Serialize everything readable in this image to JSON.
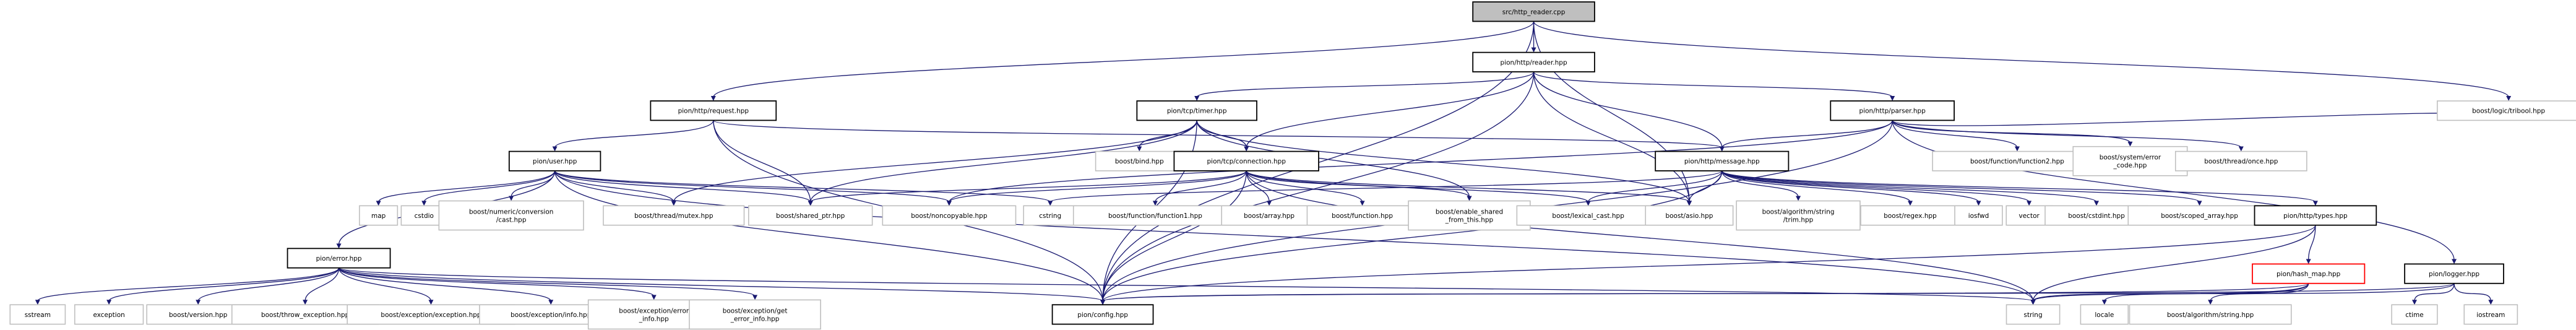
{
  "nodes": [
    {
      "id": "root",
      "label": [
        "src/http_reader.cpp"
      ],
      "kind": "root"
    },
    {
      "id": "reader",
      "label": [
        "pion/http/reader.hpp"
      ],
      "kind": "linked"
    },
    {
      "id": "request",
      "label": [
        "pion/http/request.hpp"
      ],
      "kind": "linked"
    },
    {
      "id": "timer",
      "label": [
        "pion/tcp/timer.hpp"
      ],
      "kind": "linked"
    },
    {
      "id": "parser",
      "label": [
        "pion/http/parser.hpp"
      ],
      "kind": "linked"
    },
    {
      "id": "tribool",
      "label": [
        "boost/logic/tribool.hpp"
      ],
      "kind": "plain"
    },
    {
      "id": "user",
      "label": [
        "pion/user.hpp"
      ],
      "kind": "linked"
    },
    {
      "id": "bind",
      "label": [
        "boost/bind.hpp"
      ],
      "kind": "plain"
    },
    {
      "id": "connection",
      "label": [
        "pion/tcp/connection.hpp"
      ],
      "kind": "linked"
    },
    {
      "id": "message",
      "label": [
        "pion/http/message.hpp"
      ],
      "kind": "linked"
    },
    {
      "id": "function2",
      "label": [
        "boost/function/function2.hpp"
      ],
      "kind": "plain"
    },
    {
      "id": "errorcode",
      "label": [
        "boost/system/error",
        "_code.hpp"
      ],
      "kind": "plain"
    },
    {
      "id": "once",
      "label": [
        "boost/thread/once.hpp"
      ],
      "kind": "plain"
    },
    {
      "id": "map",
      "label": [
        "map"
      ],
      "kind": "plain"
    },
    {
      "id": "cstdio",
      "label": [
        "cstdio"
      ],
      "kind": "plain"
    },
    {
      "id": "numconv",
      "label": [
        "boost/numeric/conversion",
        "/cast.hpp"
      ],
      "kind": "plain"
    },
    {
      "id": "mutex",
      "label": [
        "boost/thread/mutex.hpp"
      ],
      "kind": "plain"
    },
    {
      "id": "sharedptr",
      "label": [
        "boost/shared_ptr.hpp"
      ],
      "kind": "plain"
    },
    {
      "id": "noncopyable",
      "label": [
        "boost/noncopyable.hpp"
      ],
      "kind": "plain"
    },
    {
      "id": "cstring",
      "label": [
        "cstring"
      ],
      "kind": "plain"
    },
    {
      "id": "function1",
      "label": [
        "boost/function/function1.hpp"
      ],
      "kind": "plain"
    },
    {
      "id": "array",
      "label": [
        "boost/array.hpp"
      ],
      "kind": "plain"
    },
    {
      "id": "function",
      "label": [
        "boost/function.hpp"
      ],
      "kind": "plain"
    },
    {
      "id": "enableshared",
      "label": [
        "boost/enable_shared",
        "_from_this.hpp"
      ],
      "kind": "plain"
    },
    {
      "id": "lexicalcast",
      "label": [
        "boost/lexical_cast.hpp"
      ],
      "kind": "plain"
    },
    {
      "id": "asio",
      "label": [
        "boost/asio.hpp"
      ],
      "kind": "plain"
    },
    {
      "id": "trim",
      "label": [
        "boost/algorithm/string",
        "/trim.hpp"
      ],
      "kind": "plain"
    },
    {
      "id": "regex",
      "label": [
        "boost/regex.hpp"
      ],
      "kind": "plain"
    },
    {
      "id": "iosfwd",
      "label": [
        "iosfwd"
      ],
      "kind": "plain"
    },
    {
      "id": "vector",
      "label": [
        "vector"
      ],
      "kind": "plain"
    },
    {
      "id": "cstdint",
      "label": [
        "boost/cstdint.hpp"
      ],
      "kind": "plain"
    },
    {
      "id": "scopedarray",
      "label": [
        "boost/scoped_array.hpp"
      ],
      "kind": "plain"
    },
    {
      "id": "types",
      "label": [
        "pion/http/types.hpp"
      ],
      "kind": "linked"
    },
    {
      "id": "error",
      "label": [
        "pion/error.hpp"
      ],
      "kind": "linked"
    },
    {
      "id": "hashmap",
      "label": [
        "pion/hash_map.hpp"
      ],
      "kind": "red"
    },
    {
      "id": "logger",
      "label": [
        "pion/logger.hpp"
      ],
      "kind": "linked"
    },
    {
      "id": "sstream",
      "label": [
        "sstream"
      ],
      "kind": "plain"
    },
    {
      "id": "exception",
      "label": [
        "exception"
      ],
      "kind": "plain"
    },
    {
      "id": "version",
      "label": [
        "boost/version.hpp"
      ],
      "kind": "plain"
    },
    {
      "id": "throwexc",
      "label": [
        "boost/throw_exception.hpp"
      ],
      "kind": "plain"
    },
    {
      "id": "excexc",
      "label": [
        "boost/exception/exception.hpp"
      ],
      "kind": "plain"
    },
    {
      "id": "excinfo",
      "label": [
        "boost/exception/info.hpp"
      ],
      "kind": "plain"
    },
    {
      "id": "excerror",
      "label": [
        "boost/exception/error",
        "_info.hpp"
      ],
      "kind": "plain"
    },
    {
      "id": "excget",
      "label": [
        "boost/exception/get",
        "_error_info.hpp"
      ],
      "kind": "plain"
    },
    {
      "id": "config",
      "label": [
        "pion/config.hpp"
      ],
      "kind": "linked"
    },
    {
      "id": "string",
      "label": [
        "string"
      ],
      "kind": "plain"
    },
    {
      "id": "locale",
      "label": [
        "locale"
      ],
      "kind": "plain"
    },
    {
      "id": "algstring",
      "label": [
        "boost/algorithm/string.hpp"
      ],
      "kind": "plain"
    },
    {
      "id": "ctime",
      "label": [
        "ctime"
      ],
      "kind": "plain"
    },
    {
      "id": "iostream",
      "label": [
        "iostream"
      ],
      "kind": "plain"
    }
  ],
  "edges": [
    [
      "root",
      "reader"
    ],
    [
      "root",
      "request"
    ],
    [
      "root",
      "asio"
    ],
    [
      "root",
      "config"
    ],
    [
      "root",
      "tribool"
    ],
    [
      "reader",
      "timer"
    ],
    [
      "reader",
      "parser"
    ],
    [
      "reader",
      "connection"
    ],
    [
      "reader",
      "message"
    ],
    [
      "reader",
      "asio"
    ],
    [
      "reader",
      "config"
    ],
    [
      "request",
      "user"
    ],
    [
      "request",
      "message"
    ],
    [
      "request",
      "sharedptr"
    ],
    [
      "request",
      "config"
    ],
    [
      "timer",
      "bind"
    ],
    [
      "timer",
      "connection"
    ],
    [
      "timer",
      "mutex"
    ],
    [
      "timer",
      "sharedptr"
    ],
    [
      "timer",
      "enableshared"
    ],
    [
      "timer",
      "asio"
    ],
    [
      "timer",
      "config"
    ],
    [
      "parser",
      "message"
    ],
    [
      "parser",
      "function2"
    ],
    [
      "parser",
      "errorcode"
    ],
    [
      "parser",
      "once"
    ],
    [
      "parser",
      "tribool"
    ],
    [
      "parser",
      "logger"
    ],
    [
      "parser",
      "config"
    ],
    [
      "parser",
      "noncopyable"
    ],
    [
      "user",
      "map"
    ],
    [
      "user",
      "cstdio"
    ],
    [
      "user",
      "numconv"
    ],
    [
      "user",
      "mutex"
    ],
    [
      "user",
      "sharedptr"
    ],
    [
      "user",
      "noncopyable"
    ],
    [
      "user",
      "cstring"
    ],
    [
      "user",
      "error"
    ],
    [
      "user",
      "config"
    ],
    [
      "user",
      "string"
    ],
    [
      "connection",
      "noncopyable"
    ],
    [
      "connection",
      "sharedptr"
    ],
    [
      "connection",
      "function1"
    ],
    [
      "connection",
      "array"
    ],
    [
      "connection",
      "function"
    ],
    [
      "connection",
      "enableshared"
    ],
    [
      "connection",
      "lexicalcast"
    ],
    [
      "connection",
      "asio"
    ],
    [
      "connection",
      "string"
    ],
    [
      "connection",
      "config"
    ],
    [
      "message",
      "trim"
    ],
    [
      "message",
      "regex"
    ],
    [
      "message",
      "iosfwd"
    ],
    [
      "message",
      "vector"
    ],
    [
      "message",
      "cstdint"
    ],
    [
      "message",
      "scopedarray"
    ],
    [
      "message",
      "types"
    ],
    [
      "message",
      "asio"
    ],
    [
      "message",
      "lexicalcast"
    ],
    [
      "message",
      "cstring"
    ],
    [
      "message",
      "config"
    ],
    [
      "types",
      "hashmap"
    ],
    [
      "types",
      "string"
    ],
    [
      "types",
      "config"
    ],
    [
      "error",
      "sstream"
    ],
    [
      "error",
      "exception"
    ],
    [
      "error",
      "version"
    ],
    [
      "error",
      "throwexc"
    ],
    [
      "error",
      "excexc"
    ],
    [
      "error",
      "excinfo"
    ],
    [
      "error",
      "excerror"
    ],
    [
      "error",
      "excget"
    ],
    [
      "error",
      "string"
    ],
    [
      "error",
      "config"
    ],
    [
      "hashmap",
      "string"
    ],
    [
      "hashmap",
      "locale"
    ],
    [
      "hashmap",
      "algstring"
    ],
    [
      "hashmap",
      "config"
    ],
    [
      "logger",
      "ctime"
    ],
    [
      "logger",
      "iostream"
    ],
    [
      "logger",
      "string"
    ],
    [
      "logger",
      "config"
    ]
  ]
}
